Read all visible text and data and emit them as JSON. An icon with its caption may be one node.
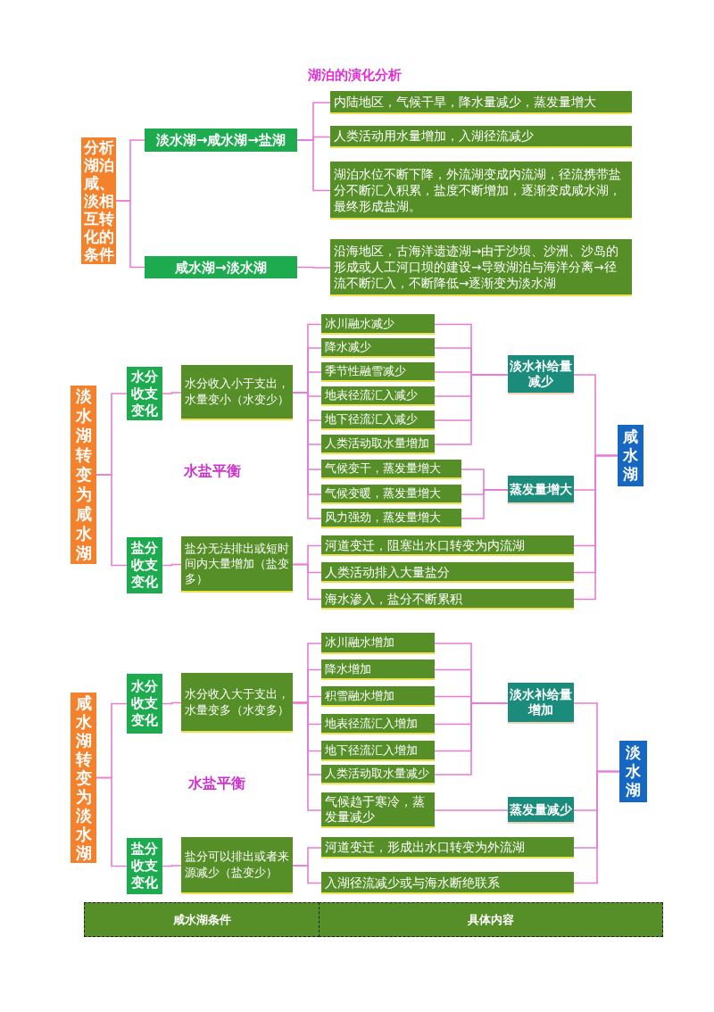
{
  "diagram": {
    "title": "湖泊的演化分析",
    "nodes": [
      {
        "text": [
          "分析湖泊咸、淡相互转化的条件"
        ]
      },
      {
        "text": [
          "淡水湖→咸水湖→盐湖"
        ]
      },
      {
        "text": [
          "内陆地区，气候干旱，降水量减少，蒸发量增大"
        ]
      },
      {
        "text": [
          "人类活动用水量增加，入湖径流减少"
        ]
      },
      {
        "text": [
          "湖泊水位不断下降，外流湖变成内流湖，径流携带盐分不断汇入积累，盐度不断增加，逐渐变成咸水湖，最终形成盐湖。"
        ]
      },
      {
        "text": [
          "咸水湖→淡水湖"
        ]
      },
      {
        "text": [
          "沿海地区，古海洋遗迹湖→由于沙坝、沙洲、沙岛的形成或人工河口坝的建设→导致湖泊与海洋分离→径流不断汇入，不断降低→逐渐变为淡水湖"
        ]
      },
      {
        "text": [
          "淡水湖转变为咸水湖"
        ]
      },
      {
        "text": [
          "水分收支变化"
        ]
      },
      {
        "text": [
          "水分收入小于支出，水量变小（水变少）"
        ]
      },
      {
        "text": [
          "盐分收支变化"
        ]
      },
      {
        "text": [
          "盐分无法排出或短时间内大量增加（盐变多）"
        ]
      },
      {
        "text": [
          "冰川融水减少"
        ]
      },
      {
        "text": [
          "降水减少"
        ]
      },
      {
        "text": [
          "季节性融雪减少"
        ]
      },
      {
        "text": [
          "地表径流汇入减少"
        ]
      },
      {
        "text": [
          "地下径流汇入减少"
        ]
      },
      {
        "text": [
          "人类活动取水量增加"
        ]
      },
      {
        "text": [
          "气候变干，蒸发量增大"
        ]
      },
      {
        "text": [
          "气候变暖，蒸发量增大"
        ]
      },
      {
        "text": [
          "风力强劲，蒸发量增大"
        ]
      },
      {
        "text": [
          "河道变迁，阻塞出水口转变为内流湖"
        ]
      },
      {
        "text": [
          "人类活动排入大量盐分"
        ]
      },
      {
        "text": [
          "海水渗入，盐分不断累积"
        ]
      },
      {
        "text": [
          "淡水补给量减少"
        ]
      },
      {
        "text": [
          "蒸发量增大"
        ]
      },
      {
        "text": [
          "咸水湖"
        ]
      },
      {
        "text": [
          "咸水湖转变为淡水湖"
        ]
      },
      {
        "text": [
          "水分收支变化"
        ]
      },
      {
        "text": [
          "水分收入大于支出，水量变多（水变多）"
        ]
      },
      {
        "text": [
          "盐分收支变化"
        ]
      },
      {
        "text": [
          "盐分可以排出或者来源减少（盐变少）"
        ]
      },
      {
        "text": [
          "冰川融水增加"
        ]
      },
      {
        "text": [
          "降水增加"
        ]
      },
      {
        "text": [
          "积雪融水增加"
        ]
      },
      {
        "text": [
          "地表径流汇入增加"
        ]
      },
      {
        "text": [
          "地下径流汇入增加"
        ]
      },
      {
        "text": [
          "人类活动取水量减少"
        ]
      },
      {
        "text": [
          "气候趋于寒冷，蒸发量减少"
        ]
      },
      {
        "text": [
          "河道变迁，形成出水口转变为外流湖"
        ]
      },
      {
        "text": [
          "入湖径流减少或与海水断绝联系"
        ]
      },
      {
        "text": [
          "淡水补给量增加"
        ]
      },
      {
        "text": [
          "蒸发量减少"
        ]
      },
      {
        "text": [
          "淡水湖"
        ]
      }
    ],
    "edges": [
      {
        "from": 0,
        "to": 1,
        "arrow": "none"
      },
      {
        "from": 0,
        "to": 5,
        "arrow": "none"
      },
      {
        "from": 1,
        "to": 2,
        "arrow": "none"
      },
      {
        "from": 1,
        "to": 3,
        "arrow": "none"
      },
      {
        "from": 1,
        "to": 4,
        "arrow": "none"
      },
      {
        "from": 5,
        "to": 6,
        "arrow": "none"
      },
      {
        "from": 7,
        "to": 8,
        "arrow": "none"
      },
      {
        "from": 7,
        "to": 10,
        "arrow": "none"
      },
      {
        "from": 8,
        "to": 9,
        "arrow": "none"
      },
      {
        "from": 10,
        "to": 11,
        "arrow": "none"
      },
      {
        "from": 9,
        "to": 12,
        "arrow": "none"
      },
      {
        "from": 9,
        "to": 13,
        "arrow": "none"
      },
      {
        "from": 9,
        "to": 14,
        "arrow": "none"
      },
      {
        "from": 9,
        "to": 15,
        "arrow": "none"
      },
      {
        "from": 9,
        "to": 16,
        "arrow": "none"
      },
      {
        "from": 9,
        "to": 17,
        "arrow": "none"
      },
      {
        "from": 9,
        "to": 18,
        "arrow": "none"
      },
      {
        "from": 9,
        "to": 19,
        "arrow": "none"
      },
      {
        "from": 9,
        "to": 20,
        "arrow": "none"
      },
      {
        "from": 11,
        "to": 21,
        "arrow": "none"
      },
      {
        "from": 11,
        "to": 22,
        "arrow": "none"
      },
      {
        "from": 11,
        "to": 23,
        "arrow": "none"
      },
      {
        "from": 12,
        "to": 24,
        "arrow": "none"
      },
      {
        "from": 13,
        "to": 24,
        "arrow": "none"
      },
      {
        "from": 14,
        "to": 24,
        "arrow": "none"
      },
      {
        "from": 15,
        "to": 24,
        "arrow": "none"
      },
      {
        "from": 16,
        "to": 24,
        "arrow": "none"
      },
      {
        "from": 17,
        "to": 24,
        "arrow": "none"
      },
      {
        "from": 18,
        "to": 25,
        "arrow": "none"
      },
      {
        "from": 19,
        "to": 25,
        "arrow": "none"
      },
      {
        "from": 20,
        "to": 25,
        "arrow": "none"
      },
      {
        "from": 24,
        "to": 26,
        "arrow": "none"
      },
      {
        "from": 25,
        "to": 26,
        "arrow": "none"
      },
      {
        "from": 21,
        "to": 26,
        "arrow": "none"
      },
      {
        "from": 22,
        "to": 26,
        "arrow": "none"
      },
      {
        "from": 23,
        "to": 26,
        "arrow": "none"
      },
      {
        "from": 27,
        "to": 28,
        "arrow": "none"
      },
      {
        "from": 27,
        "to": 30,
        "arrow": "none"
      },
      {
        "from": 28,
        "to": 29,
        "arrow": "none"
      },
      {
        "from": 30,
        "to": 31,
        "arrow": "none"
      },
      {
        "from": 29,
        "to": 32,
        "arrow": "none"
      },
      {
        "from": 29,
        "to": 33,
        "arrow": "none"
      },
      {
        "from": 29,
        "to": 34,
        "arrow": "none"
      },
      {
        "from": 29,
        "to": 35,
        "arrow": "none"
      },
      {
        "from": 29,
        "to": 36,
        "arrow": "none"
      },
      {
        "from": 29,
        "to": 37,
        "arrow": "none"
      },
      {
        "from": 29,
        "to": 38,
        "arrow": "none"
      },
      {
        "from": 31,
        "to": 39,
        "arrow": "none"
      },
      {
        "from": 31,
        "to": 40,
        "arrow": "none"
      },
      {
        "from": 32,
        "to": 41,
        "arrow": "none"
      },
      {
        "from": 33,
        "to": 41,
        "arrow": "none"
      },
      {
        "from": 34,
        "to": 41,
        "arrow": "none"
      },
      {
        "from": 35,
        "to": 41,
        "arrow": "none"
      },
      {
        "from": 36,
        "to": 41,
        "arrow": "none"
      },
      {
        "from": 37,
        "to": 41,
        "arrow": "none"
      },
      {
        "from": 38,
        "to": 42,
        "arrow": "none"
      },
      {
        "from": 41,
        "to": 43,
        "arrow": "none"
      },
      {
        "from": 42,
        "to": 43,
        "arrow": "none"
      },
      {
        "from": 39,
        "to": 43,
        "arrow": "none"
      },
      {
        "from": 40,
        "to": 43,
        "arrow": "none"
      }
    ],
    "labels": [
      "水盐平衡",
      "水盐平衡",
      "咸水湖条件",
      "具体内容"
    ]
  }
}
